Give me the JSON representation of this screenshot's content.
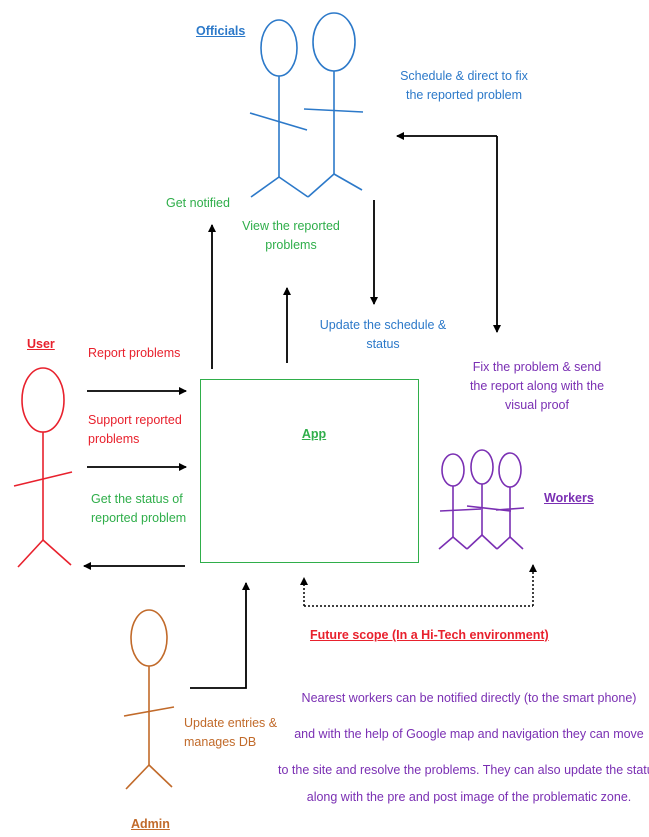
{
  "actors": {
    "officials": {
      "title": "Officials"
    },
    "user": {
      "title": "User"
    },
    "workers": {
      "title": "Workers"
    },
    "admin": {
      "title": "Admin"
    }
  },
  "app": {
    "title": "App"
  },
  "labels": {
    "schedule_direct": [
      "Schedule & direct to fix",
      "the reported problem"
    ],
    "get_notified": "Get notified",
    "view_reported": [
      "View the reported",
      "problems"
    ],
    "update_schedule": [
      "Update the schedule &",
      "status"
    ],
    "report_problems": "Report problems",
    "support_reported": [
      "Support reported",
      "problems"
    ],
    "get_status": [
      "Get the status of",
      "reported problem"
    ],
    "fix_problem": [
      "Fix the problem & send",
      "the report along with the",
      "visual proof"
    ],
    "update_entries": [
      "Update entries &",
      "manages DB"
    ]
  },
  "future_scope": {
    "title": "Future scope (In a Hi-Tech environment)",
    "lines": [
      "Nearest workers can be notified directly (to the smart phone)",
      "and with the help of Google map and navigation they can move",
      "to the site and resolve  the problems. They can also update the status",
      "along with the pre and post image of the problematic zone."
    ]
  },
  "colors": {
    "officials": "#2c79c9",
    "user": "#e8212d",
    "workers": "#7a2fb3",
    "admin": "#c16a2a",
    "app": "#2fae4a",
    "arrows": "#000000"
  }
}
